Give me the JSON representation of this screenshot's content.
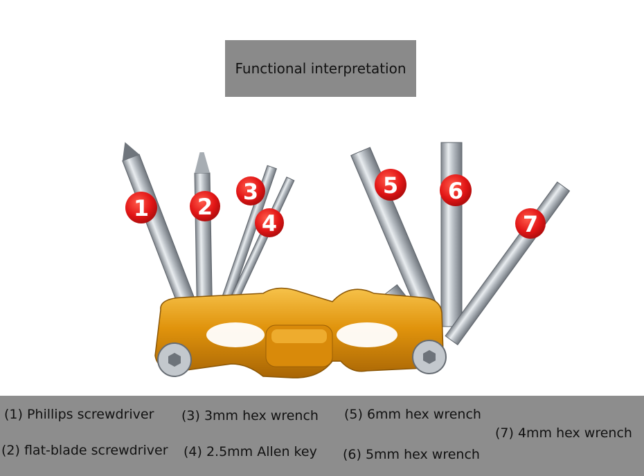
{
  "title": "Functional interpretation",
  "markers": [
    "1",
    "2",
    "3",
    "4",
    "5",
    "6",
    "7"
  ],
  "legend": [
    "(1) Phillips screwdriver",
    "(3) 3mm hex wrench",
    "(5) 6mm hex wrench",
    "(2) flat-blade screwdriver",
    "(4) 2.5mm Allen key",
    "(6) 5mm hex wrench",
    "(7) 4mm hex wrench"
  ],
  "colors": {
    "banner": "#8a8a8a",
    "body": "#e39a10",
    "marker": "#e41b1b",
    "steel": "#b9bec4"
  }
}
